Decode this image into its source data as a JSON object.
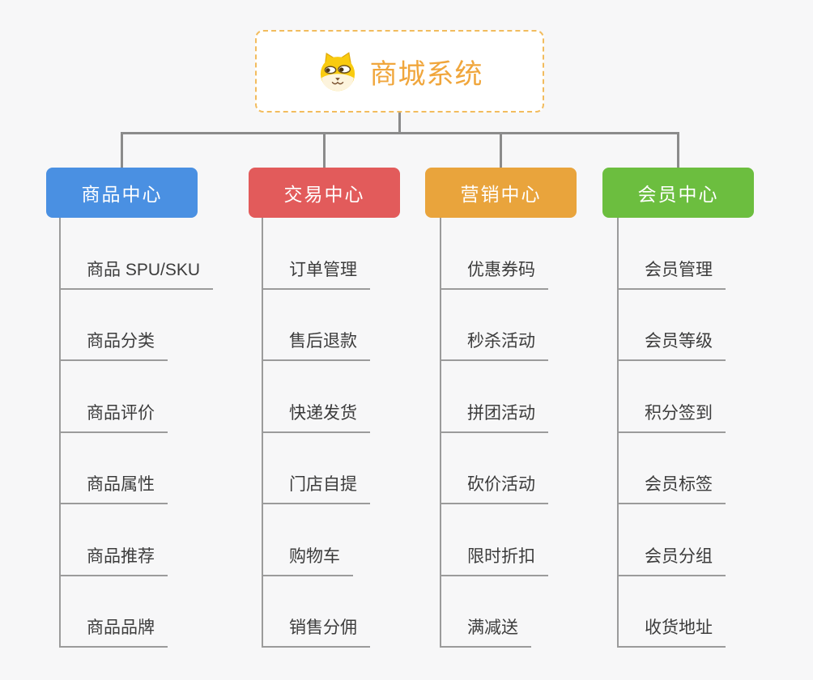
{
  "page": {
    "background": "#f7f7f8"
  },
  "root": {
    "title": "商城系统",
    "icon": "doge-icon",
    "text_color": "#f0a63c",
    "border_color": "#f2bc5e"
  },
  "connectors": {
    "color": "#8b8b8b",
    "underline_color": "#9b9b9b"
  },
  "branches": [
    {
      "label": "商品中心",
      "color": "#4a90e2",
      "children": [
        "商品 SPU/SKU",
        "商品分类",
        "商品评价",
        "商品属性",
        "商品推荐",
        "商品品牌"
      ]
    },
    {
      "label": "交易中心",
      "color": "#e25b5b",
      "children": [
        "订单管理",
        "售后退款",
        "快递发货",
        "门店自提",
        "购物车",
        "销售分佣"
      ]
    },
    {
      "label": "营销中心",
      "color": "#e9a43c",
      "children": [
        "优惠券码",
        "秒杀活动",
        "拼团活动",
        "砍价活动",
        "限时折扣",
        "满减送"
      ]
    },
    {
      "label": "会员中心",
      "color": "#6cbe3f",
      "children": [
        "会员管理",
        "会员等级",
        "积分签到",
        "会员标签",
        "会员分组",
        "收货地址"
      ]
    }
  ]
}
